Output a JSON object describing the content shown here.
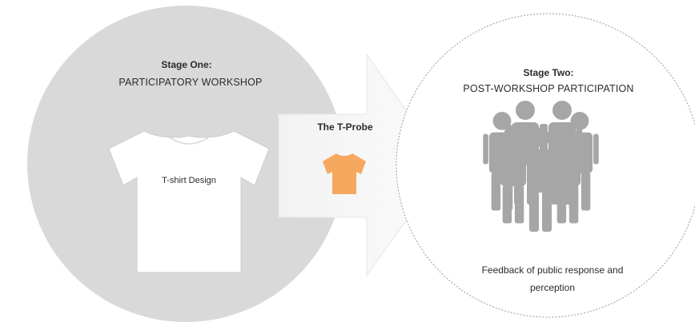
{
  "stage_one": {
    "title": "Stage One:",
    "subtitle": "PARTICIPATORY WORKSHOP",
    "tshirt_text": "T-shirt Design"
  },
  "probe": {
    "label": "The T-Probe",
    "shirt_color": "#F5A85E"
  },
  "stage_two": {
    "title": "Stage Two:",
    "subtitle": "POST-WORKSHOP PARTICIPATION",
    "people_icon": "group-of-people-icon",
    "feedback": "Feedback of public response and perception"
  },
  "colors": {
    "stage_one_fill": "#D9D9D9",
    "arrow_fill": "#F5F5F5",
    "people_fill": "#A6A6A6"
  }
}
